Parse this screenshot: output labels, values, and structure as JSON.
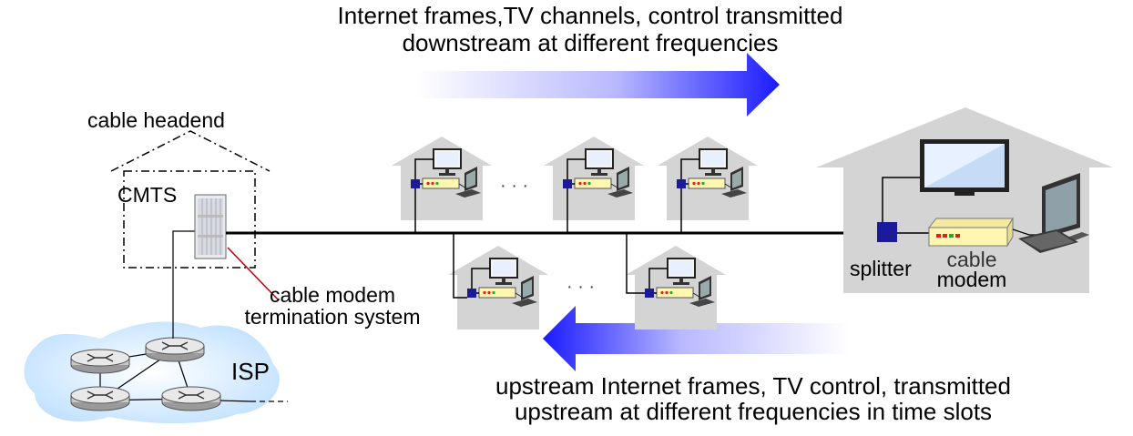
{
  "downstream": {
    "line1": "Internet frames,TV channels, control  transmitted",
    "line2": "downstream at different frequencies",
    "arrow_color": "#1a1aff"
  },
  "upstream": {
    "line1": "upstream Internet frames, TV control,  transmitted",
    "line2": "upstream at different frequencies in time slots",
    "arrow_color": "#1a1aff"
  },
  "headend": {
    "label": "cable headend",
    "cmts_label": "CMTS",
    "cmts_caption_line1": "cable modem",
    "cmts_caption_line2": "termination system"
  },
  "isp": {
    "label": "ISP"
  },
  "home": {
    "splitter_label": "splitter",
    "modem_label_line1": "cable",
    "modem_label_line2": "modem"
  },
  "ellipsis": "· · ·",
  "colors": {
    "house": "#d4d4d4",
    "splitter": "#1a1a9a",
    "modem": "#fff6b0",
    "isp_cloud": "#d8ecff",
    "cable": "#000000",
    "pointer": "#c00000"
  }
}
